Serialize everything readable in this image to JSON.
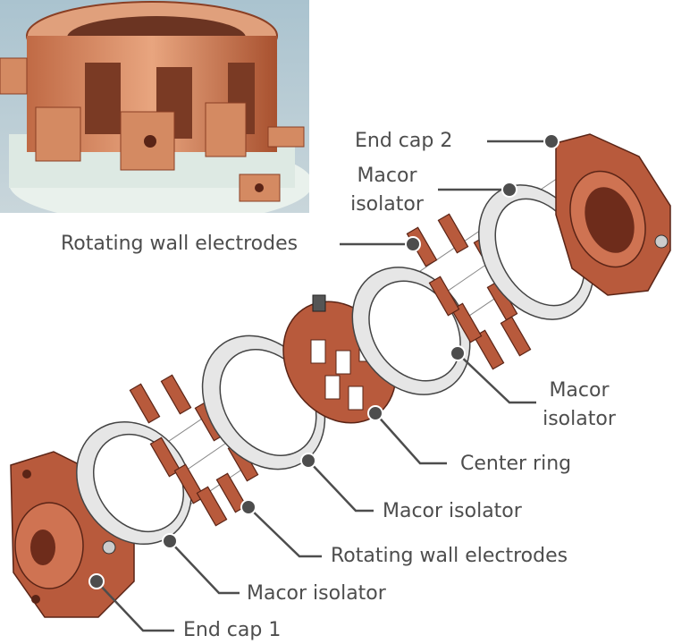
{
  "colors": {
    "copper": "#b85a3c",
    "copper_dark": "#7a3220",
    "macor": "#e6e6e6",
    "callout": "#4d4d4d",
    "photo_bg": "#a9c1cd"
  },
  "photo": {
    "icon": "photo-inset"
  },
  "labels": {
    "end_cap_2": "End cap 2",
    "macor_isolator_top_1": "Macor",
    "macor_isolator_top_2": "isolator",
    "rotating_wall_top": "Rotating wall electrodes",
    "macor_isolator_right_1": "Macor",
    "macor_isolator_right_2": "isolator",
    "center_ring": "Center ring",
    "macor_isolator_mid": "Macor isolator",
    "rotating_wall_bottom": "Rotating wall electrodes",
    "macor_isolator_bottom": "Macor isolator",
    "end_cap_1": "End cap 1"
  }
}
